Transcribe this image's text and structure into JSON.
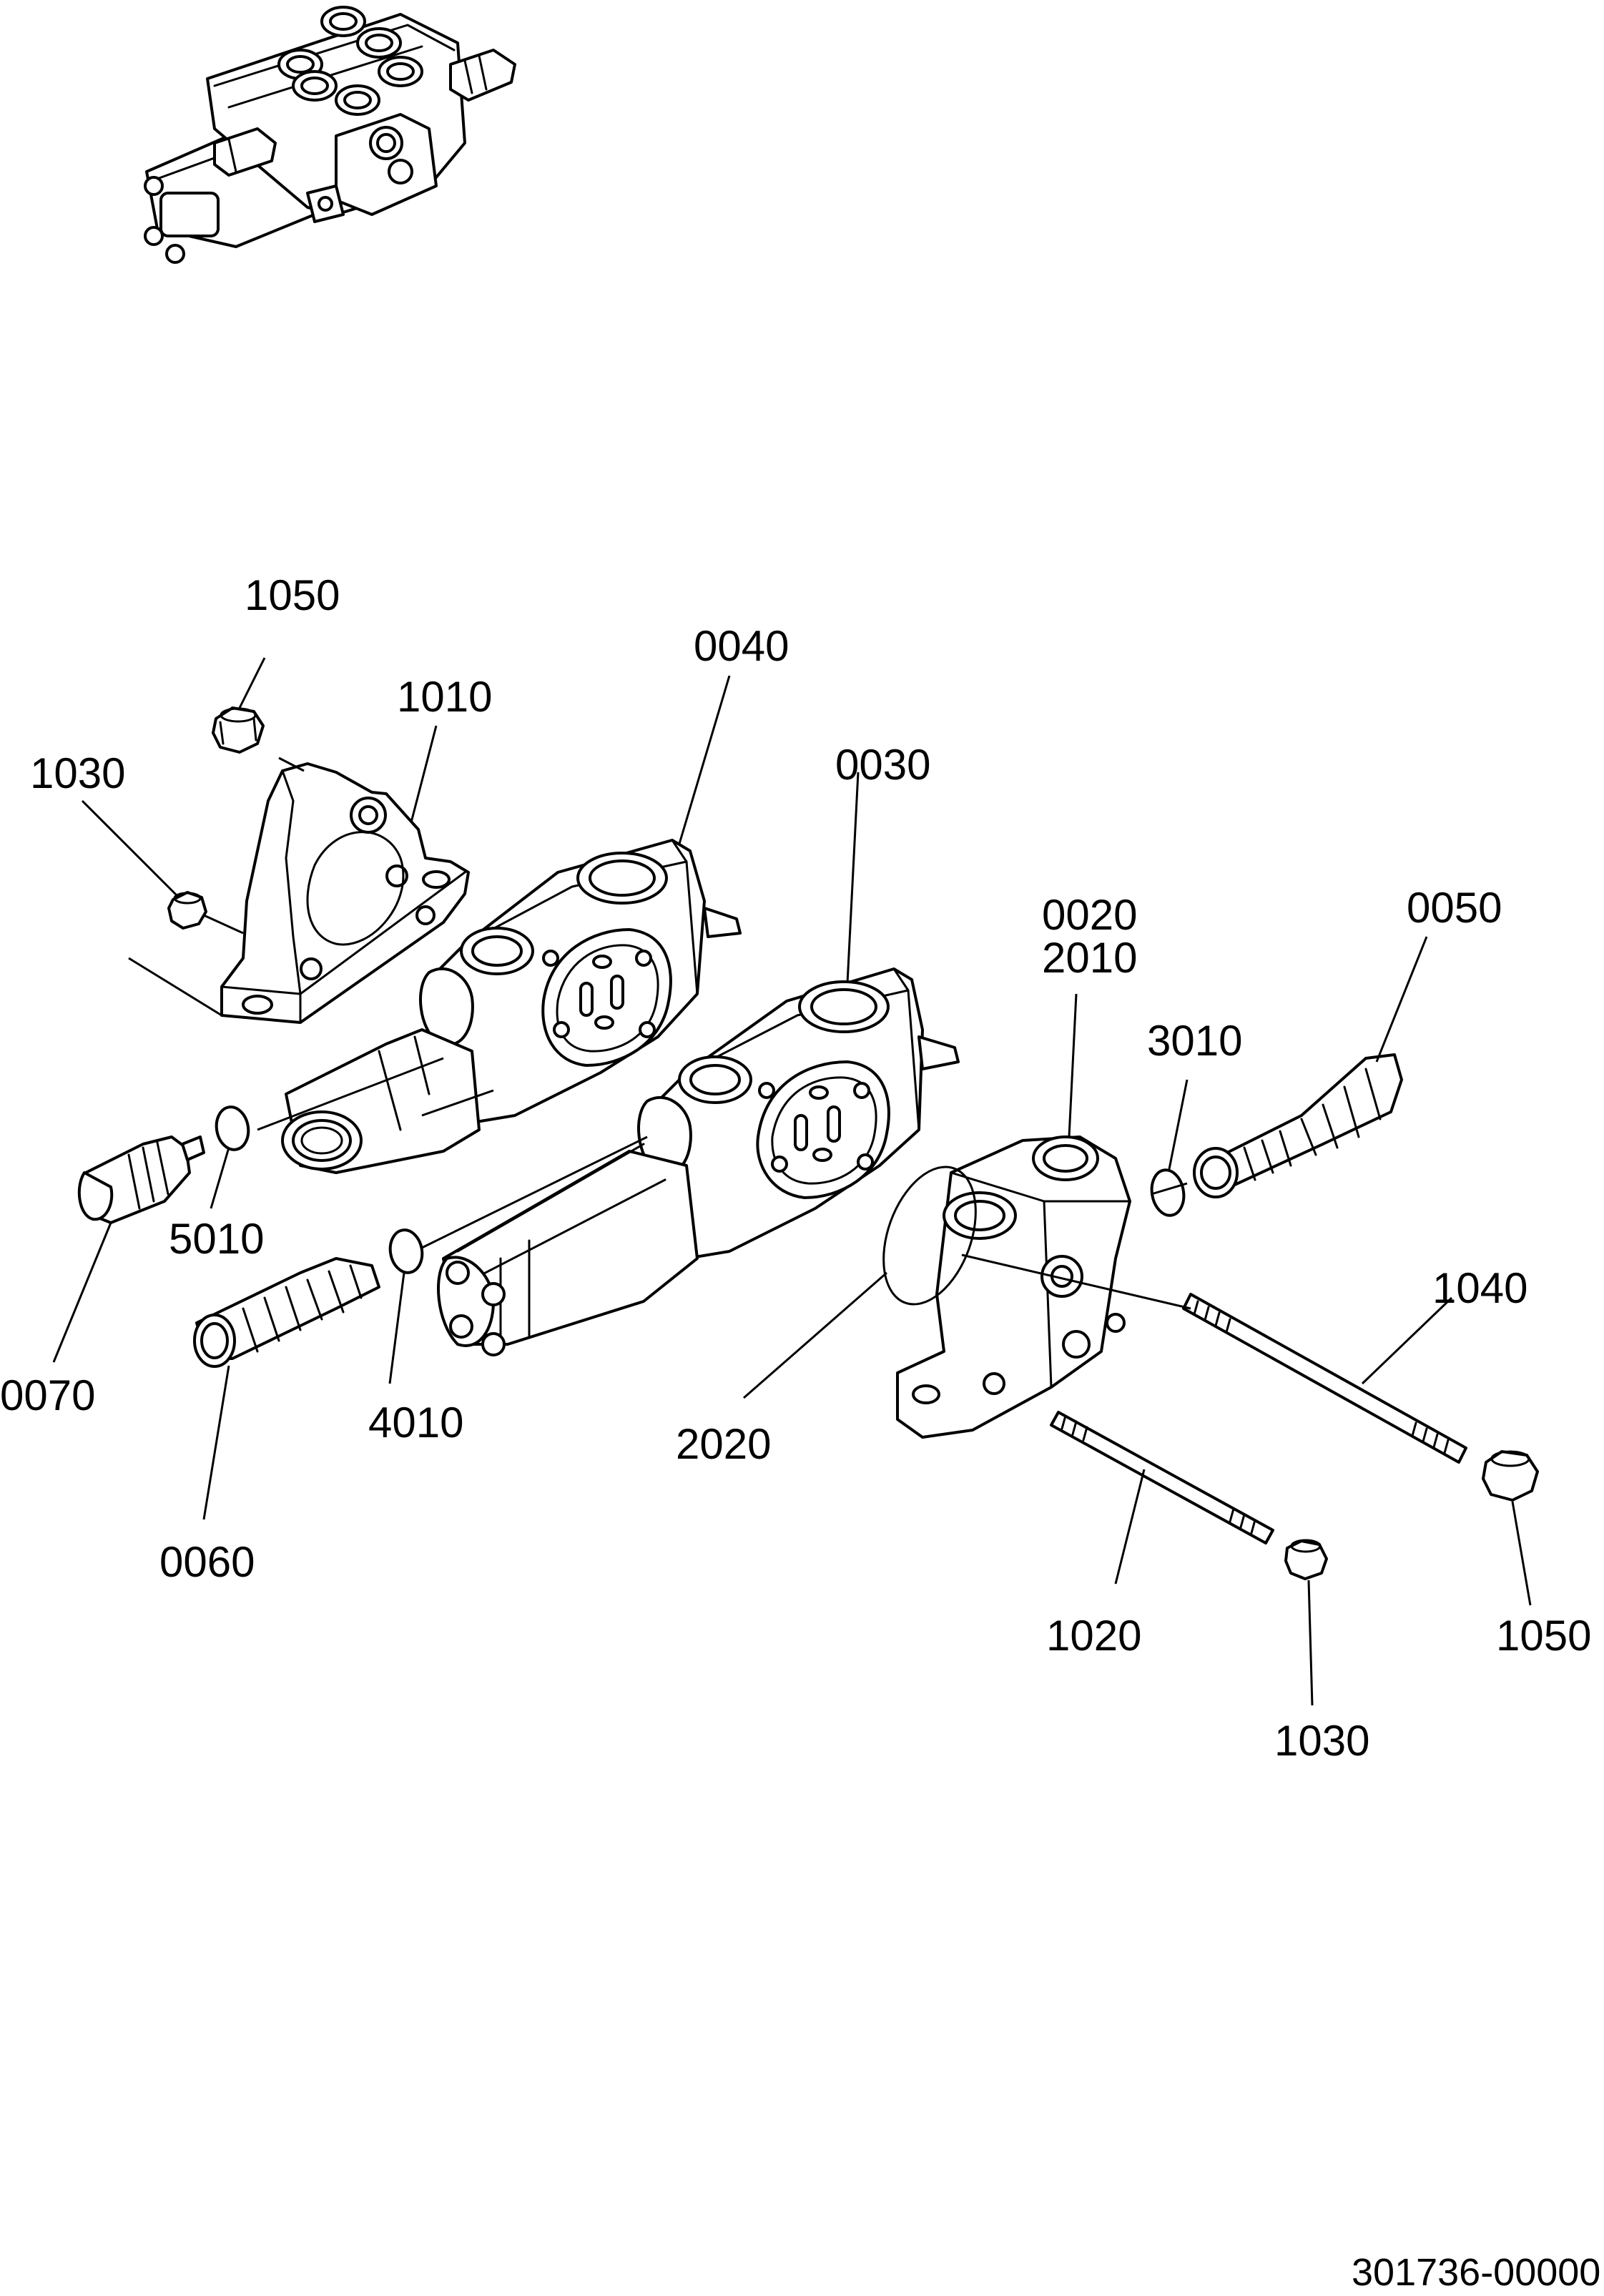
{
  "callouts": {
    "c1050_top": "1050",
    "c1010": "1010",
    "c0040": "0040",
    "c1030_left": "1030",
    "c0030": "0030",
    "c0020": "0020",
    "c2010": "2010",
    "c0050": "0050",
    "c3010": "3010",
    "c5010": "5010",
    "c0070": "0070",
    "c4010": "4010",
    "c1040": "1040",
    "c2020": "2020",
    "c0060": "0060",
    "c1050_bottom": "1050",
    "c1020": "1020",
    "c1030_bottom": "1030"
  },
  "drawing_number": "301736-00000"
}
